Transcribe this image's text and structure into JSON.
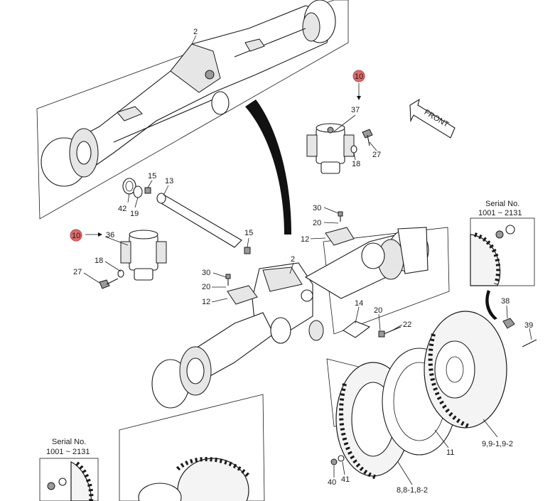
{
  "callouts": {
    "ref_10_a": "10",
    "ref_10_b": "10",
    "p2_top": "2",
    "p2_mid": "2",
    "p11": "11",
    "p12_a": "12",
    "p12_b": "12",
    "p13": "13",
    "p14": "14",
    "p15_a": "15",
    "p15_b": "15",
    "p18_a": "18",
    "p18_b": "18",
    "p19": "19",
    "p20_a": "20",
    "p20_b": "20",
    "p20_c": "20",
    "p22": "22",
    "p27_a": "27",
    "p27_b": "27",
    "p30_a": "30",
    "p30_b": "30",
    "p36": "36",
    "p37": "37",
    "p38": "38",
    "p39": "39",
    "p40": "40",
    "p41": "41",
    "p42": "42",
    "p8": "8,8-1,8-2",
    "p9": "9,9-1,9-2"
  },
  "front_label": "FRONT",
  "serial_box_right": {
    "title": "Serial No.",
    "range": "1001 ~ 2131"
  },
  "serial_box_left": {
    "title": "Serial No.",
    "range": "1001 ~ 2131"
  },
  "colors": {
    "ref_badge": "#e06a6a",
    "line": "#1a1a1a"
  }
}
